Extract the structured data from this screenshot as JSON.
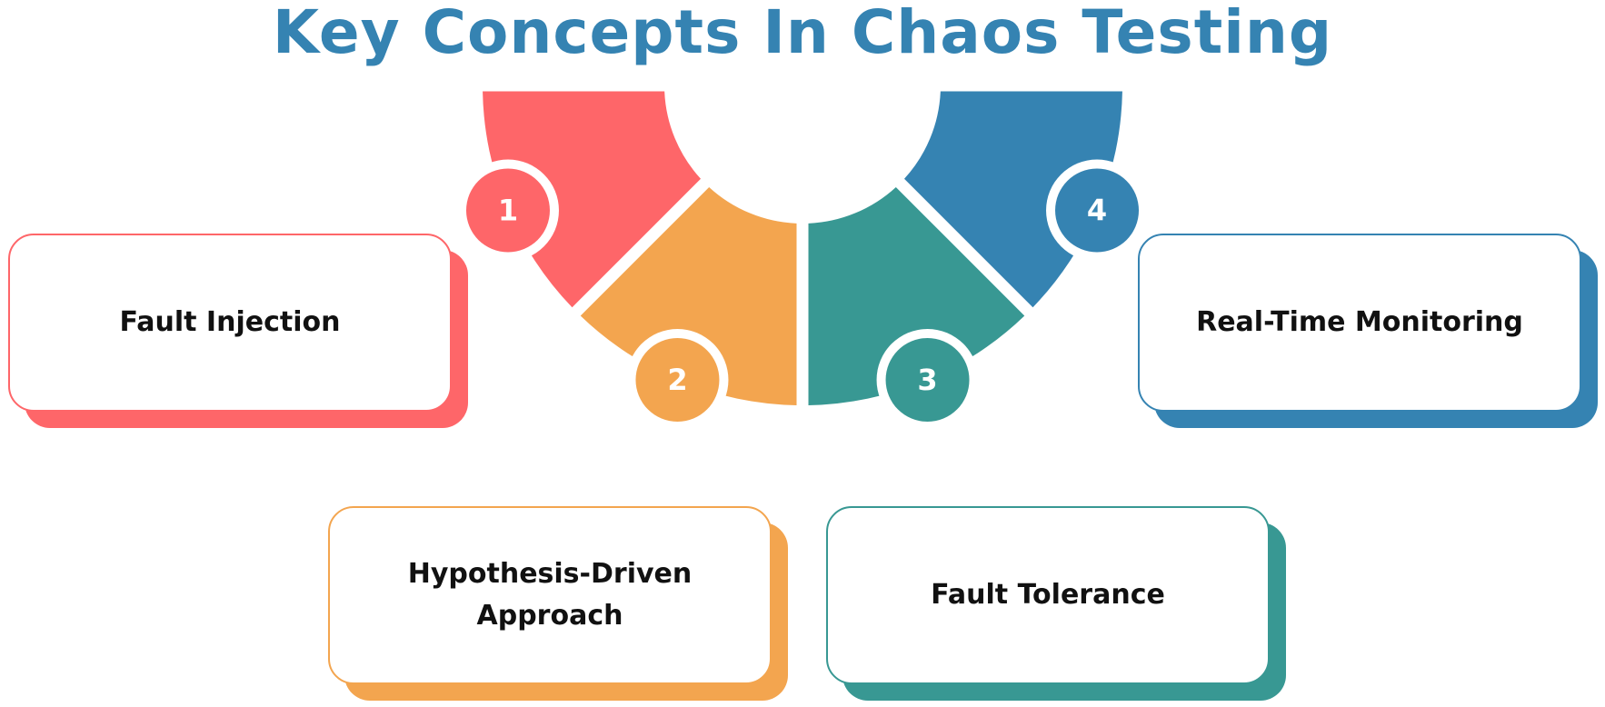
{
  "title": "Key Concepts In Chaos Testing",
  "colors": {
    "title": "#3583b2",
    "red": "#fe6669",
    "orange": "#f3a54f",
    "teal": "#389893",
    "blue": "#3583b2"
  },
  "concepts": [
    {
      "number": "1",
      "label": "Fault Injection",
      "color": "#fe6669"
    },
    {
      "number": "2",
      "label": "Hypothesis-Driven Approach",
      "color": "#f3a54f"
    },
    {
      "number": "3",
      "label": "Fault Tolerance",
      "color": "#389893"
    },
    {
      "number": "4",
      "label": "Real-Time Monitoring",
      "color": "#3583b2"
    }
  ]
}
